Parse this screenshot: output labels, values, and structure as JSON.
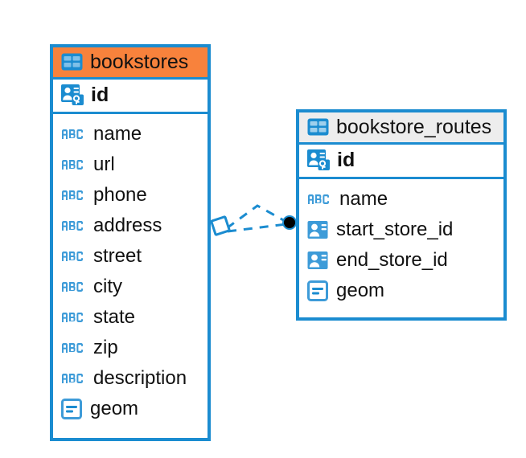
{
  "diagram": {
    "type": "entity-relationship-diagram",
    "background": "#ffffff",
    "accent_color": "#1B8CD0",
    "highlight_color": "#F8823C",
    "header_plain_color": "#EDEDED"
  },
  "entities": [
    {
      "name": "bookstores",
      "header_icon": "table-icon",
      "header_style": "accent",
      "primary_key": {
        "label": "id",
        "icon": "primary-key-icon"
      },
      "fields": [
        {
          "label": "name",
          "icon": "text-type-icon"
        },
        {
          "label": "url",
          "icon": "text-type-icon"
        },
        {
          "label": "phone",
          "icon": "text-type-icon"
        },
        {
          "label": "address",
          "icon": "text-type-icon"
        },
        {
          "label": "street",
          "icon": "text-type-icon"
        },
        {
          "label": "city",
          "icon": "text-type-icon"
        },
        {
          "label": "state",
          "icon": "text-type-icon"
        },
        {
          "label": "zip",
          "icon": "text-type-icon"
        },
        {
          "label": "description",
          "icon": "text-type-icon"
        },
        {
          "label": "geom",
          "icon": "geometry-type-icon"
        }
      ]
    },
    {
      "name": "bookstore_routes",
      "header_icon": "table-icon",
      "header_style": "plain",
      "primary_key": {
        "label": "id",
        "icon": "primary-key-icon"
      },
      "fields": [
        {
          "label": "name",
          "icon": "text-type-icon"
        },
        {
          "label": "start_store_id",
          "icon": "foreign-key-icon"
        },
        {
          "label": "end_store_id",
          "icon": "foreign-key-icon"
        },
        {
          "label": "geom",
          "icon": "geometry-type-icon"
        }
      ]
    }
  ],
  "relationship": {
    "from_entity": "bookstores",
    "to_entity": "bookstore_routes",
    "from_marker": "diamond-marker",
    "to_marker": "filled-circle-marker",
    "line_style": "dashed",
    "line_color": "#1B8CD0"
  }
}
